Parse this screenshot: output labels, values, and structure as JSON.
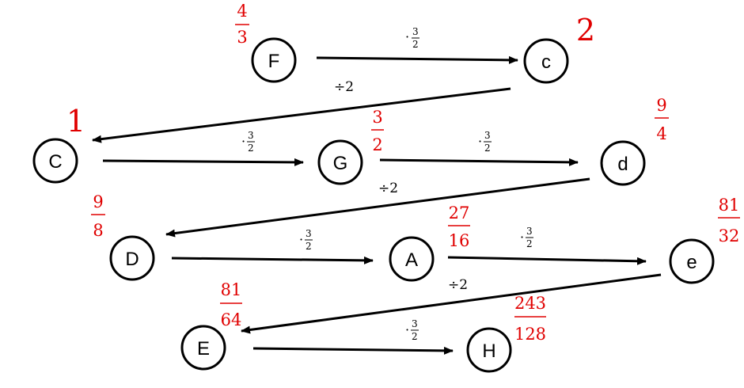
{
  "colors": {
    "annotation": "#e00000",
    "stroke": "#000000",
    "background": "#ffffff"
  },
  "nodes": [
    {
      "id": "F",
      "label": "F",
      "value": {
        "numerator": "4",
        "denominator": "3"
      }
    },
    {
      "id": "c",
      "label": "c",
      "value": {
        "whole": "2"
      }
    },
    {
      "id": "C",
      "label": "C",
      "value": {
        "whole": "1"
      }
    },
    {
      "id": "G",
      "label": "G",
      "value": {
        "numerator": "3",
        "denominator": "2"
      }
    },
    {
      "id": "d",
      "label": "d",
      "value": {
        "numerator": "9",
        "denominator": "4"
      }
    },
    {
      "id": "D",
      "label": "D",
      "value": {
        "numerator": "9",
        "denominator": "8"
      }
    },
    {
      "id": "A",
      "label": "A",
      "value": {
        "numerator": "27",
        "denominator": "16"
      }
    },
    {
      "id": "e",
      "label": "e",
      "value": {
        "numerator": "81",
        "denominator": "32"
      }
    },
    {
      "id": "E",
      "label": "E",
      "value": {
        "numerator": "81",
        "denominator": "64"
      }
    },
    {
      "id": "H",
      "label": "H",
      "value": {
        "numerator": "243",
        "denominator": "128"
      }
    }
  ],
  "edges": [
    {
      "from": "F",
      "to": "c",
      "op": "multiply",
      "dot": "·",
      "numerator": "3",
      "denominator": "2"
    },
    {
      "from": "c",
      "to": "C",
      "op": "divide",
      "text": "÷2"
    },
    {
      "from": "C",
      "to": "G",
      "op": "multiply",
      "dot": "·",
      "numerator": "3",
      "denominator": "2"
    },
    {
      "from": "G",
      "to": "d",
      "op": "multiply",
      "dot": "·",
      "numerator": "3",
      "denominator": "2"
    },
    {
      "from": "d",
      "to": "D",
      "op": "divide",
      "text": "÷2"
    },
    {
      "from": "D",
      "to": "A",
      "op": "multiply",
      "dot": "·",
      "numerator": "3",
      "denominator": "2"
    },
    {
      "from": "A",
      "to": "e",
      "op": "multiply",
      "dot": "·",
      "numerator": "3",
      "denominator": "2"
    },
    {
      "from": "e",
      "to": "E",
      "op": "divide",
      "text": "÷2"
    },
    {
      "from": "E",
      "to": "H",
      "op": "multiply",
      "dot": "·",
      "numerator": "3",
      "denominator": "2"
    }
  ]
}
